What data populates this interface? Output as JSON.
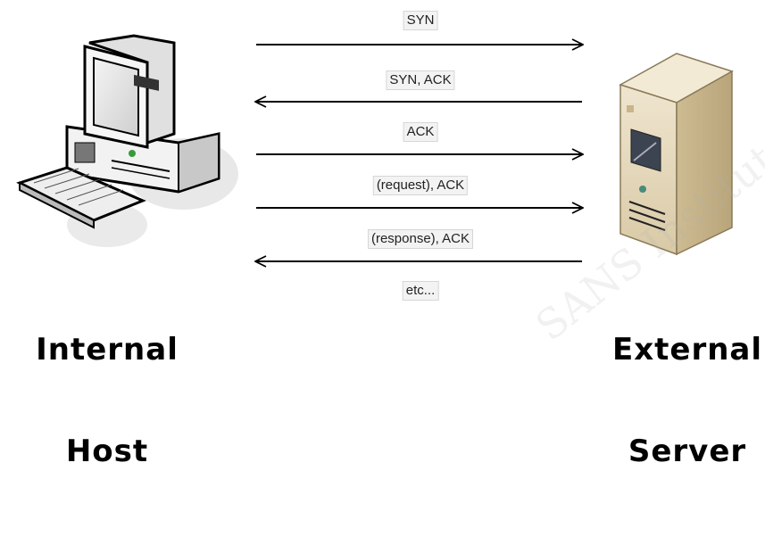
{
  "diagram": {
    "messages": [
      {
        "label": "SYN",
        "direction": "right"
      },
      {
        "label": "SYN, ACK",
        "direction": "left"
      },
      {
        "label": "ACK",
        "direction": "right"
      },
      {
        "label": "(request), ACK",
        "direction": "right"
      },
      {
        "label": "(response), ACK",
        "direction": "left"
      },
      {
        "label": "etc...",
        "direction": "none"
      }
    ],
    "left_node": {
      "label_line1": "Internal",
      "label_line2": "Host",
      "icon": "desktop-computer-icon"
    },
    "right_node": {
      "label_line1": "External",
      "label_line2": "Server",
      "icon": "server-tower-icon"
    },
    "watermark": "SANS Institute"
  },
  "colors": {
    "arrow": "#000000",
    "label_bg": "#f3f3f3",
    "server_body": "#e8dcc0"
  }
}
